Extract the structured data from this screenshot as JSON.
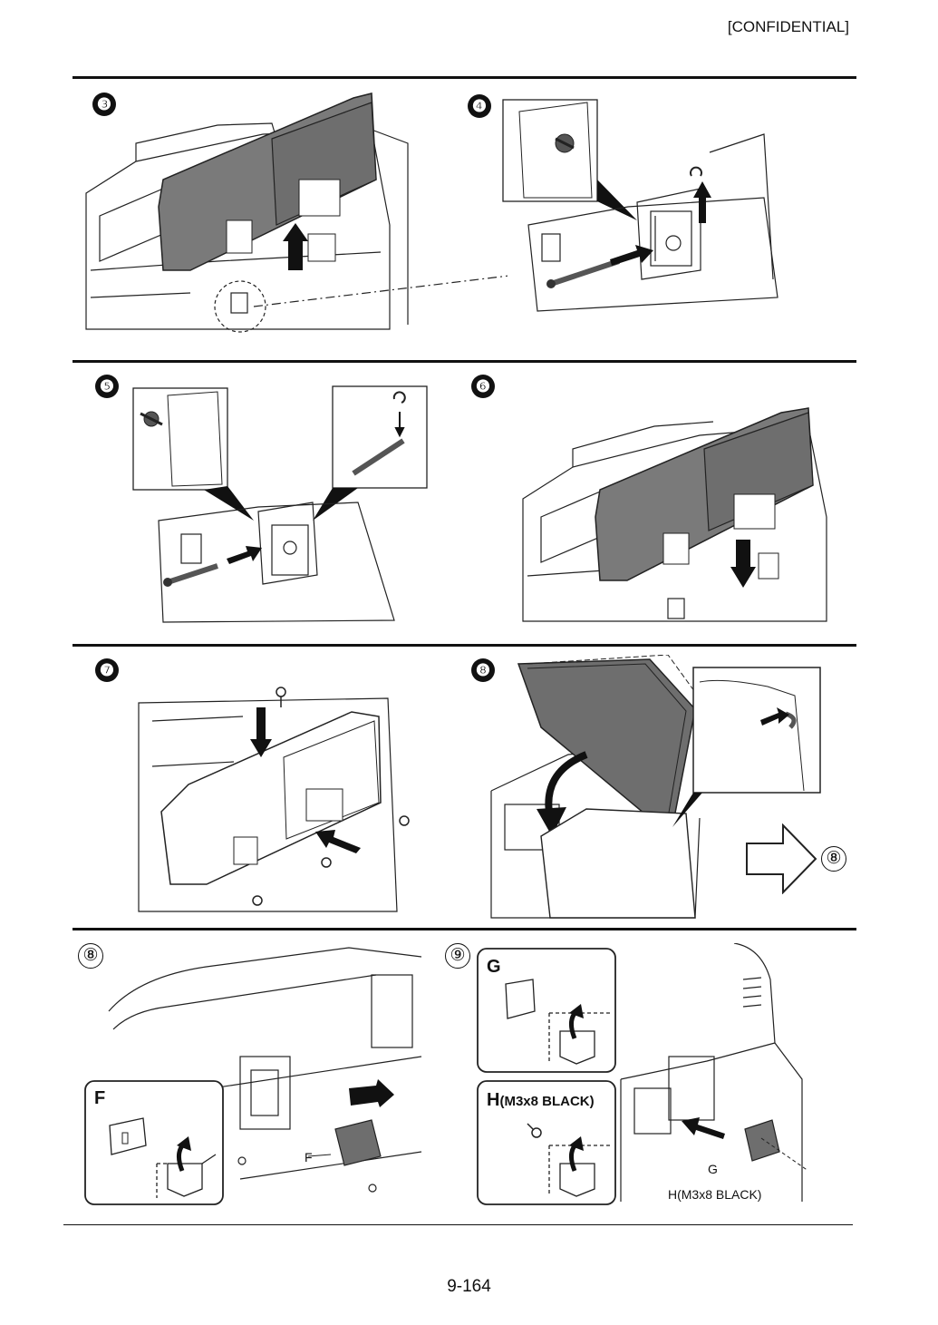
{
  "header": {
    "confidential": "[CONFIDENTIAL]"
  },
  "steps": [
    {
      "id": "3",
      "badge": "❸"
    },
    {
      "id": "4",
      "badge": "❹"
    },
    {
      "id": "5",
      "badge": "❺"
    },
    {
      "id": "6",
      "badge": "❻"
    },
    {
      "id": "7",
      "badge": "❼"
    },
    {
      "id": "8a",
      "badge": "❽",
      "next_ref": "⑧"
    },
    {
      "id": "8b",
      "badge": "⑧",
      "part_box": "F",
      "part_label": "F"
    },
    {
      "id": "9",
      "badge": "⑨",
      "part_box_g": "G",
      "part_box_h": "H",
      "part_box_h_spec": "(M3x8 BLACK)",
      "label_g": "G",
      "label_h": "H(M3x8 BLACK)"
    }
  ],
  "footer": {
    "page_number": "9-164"
  },
  "colors": {
    "cover": "#7a7a7a",
    "line": "#222222"
  }
}
